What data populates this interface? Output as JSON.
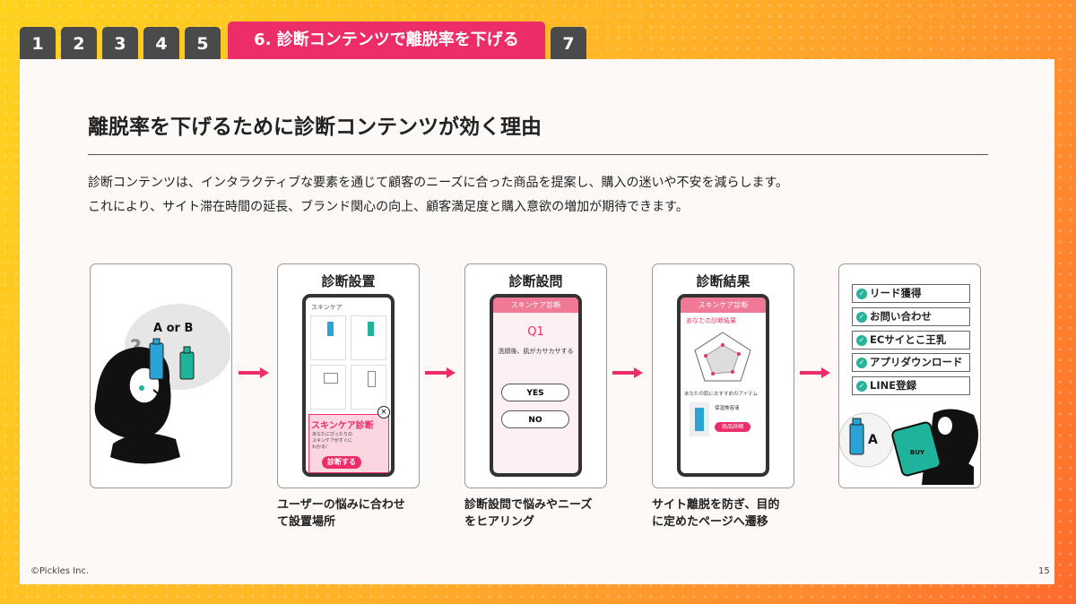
{
  "tabs": [
    "1",
    "2",
    "3",
    "4",
    "5",
    "6. 診断コンテンツで離脱率を下げる",
    "7"
  ],
  "title": "離脱率を下げるために診断コンテンツが効く理由",
  "description": [
    "診断コンテンツは、インタラクティブな要素を通じて顧客のニーズに合った商品を提案し、購入の迷いや不安を減らします。",
    "これにより、サイト滞在時間の延長、ブランド関心の向上、顧客満足度と購入意欲の増加が期待できます。"
  ],
  "panel1": {
    "a_or_b": "A or B",
    "question_mark": "?"
  },
  "panel2": {
    "title": "診断設置",
    "screen_header": "スキンケア",
    "popup_title": "スキンケア診断",
    "popup_text": "あなたにぴったりのスキンケアがすぐにわかる!",
    "popup_button": "診断する",
    "caption": [
      "ユーザーの悩みに合わせ",
      "て設置場所"
    ]
  },
  "panel3": {
    "title": "診断設問",
    "bar": "スキンケア診断",
    "q": "Q1",
    "question": "洗顔後、肌がカサカサする",
    "yes": "YES",
    "no": "NO",
    "caption": [
      "診断設問で悩みやニーズ",
      "をヒアリング"
    ]
  },
  "panel4": {
    "title": "診断結果",
    "bar": "スキンケア診断",
    "result": "あなたの診断結果",
    "rec": "あなたの肌におすすめのアイテム",
    "product": "保湿美容液",
    "button": "商品詳細",
    "caption": [
      "サイト離脱を防ぎ、目的",
      "に定めたページへ遷移"
    ]
  },
  "panel5": {
    "items": [
      "リード獲得",
      "お問い合わせ",
      "ECサイとこ王乳",
      "アプリダウンロード",
      "LINE登録"
    ],
    "product_label": "A",
    "buy": "BUY"
  },
  "footer": {
    "copyright": "©Pickles Inc.",
    "page": "15"
  },
  "colors": {
    "accent": "#ec2d67",
    "tab": "#4a4a4a",
    "check": "#25b39b",
    "blue": "#2aa3d6",
    "teal": "#1eb39a"
  }
}
